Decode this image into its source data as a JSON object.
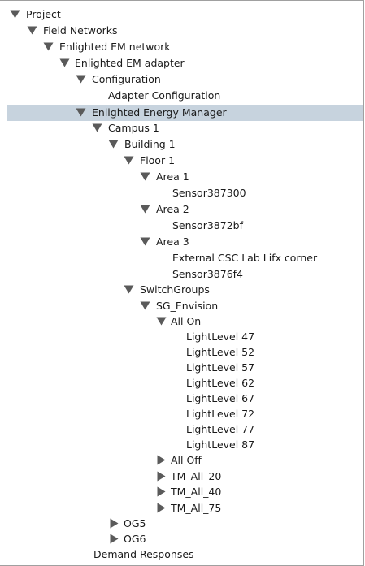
{
  "tree": {
    "nodes": [
      {
        "label": "Project",
        "state": "expanded"
      },
      {
        "label": "Field Networks",
        "state": "expanded"
      },
      {
        "label": "Enlighted EM network",
        "state": "expanded"
      },
      {
        "label": "Enlighted EM adapter",
        "state": "expanded"
      },
      {
        "label": "Configuration",
        "state": "expanded"
      },
      {
        "label": "Adapter Configuration",
        "state": "leaf"
      },
      {
        "label": "Enlighted Energy Manager",
        "state": "expanded",
        "selected": true
      },
      {
        "label": "Campus 1",
        "state": "expanded"
      },
      {
        "label": "Building 1",
        "state": "expanded"
      },
      {
        "label": "Floor 1",
        "state": "expanded"
      },
      {
        "label": "Area 1",
        "state": "expanded"
      },
      {
        "label": "Sensor387300",
        "state": "leaf"
      },
      {
        "label": "Area 2",
        "state": "expanded"
      },
      {
        "label": "Sensor3872bf",
        "state": "leaf"
      },
      {
        "label": "Area 3",
        "state": "expanded"
      },
      {
        "label": "External CSC Lab Lifx corner",
        "state": "leaf"
      },
      {
        "label": "Sensor3876f4",
        "state": "leaf"
      },
      {
        "label": "SwitchGroups",
        "state": "expanded"
      },
      {
        "label": "SG_Envision",
        "state": "expanded"
      },
      {
        "label": "All On",
        "state": "expanded"
      },
      {
        "label": "LightLevel 47",
        "state": "leaf"
      },
      {
        "label": "LightLevel 52",
        "state": "leaf"
      },
      {
        "label": "LightLevel 57",
        "state": "leaf"
      },
      {
        "label": "LightLevel 62",
        "state": "leaf"
      },
      {
        "label": "LightLevel 67",
        "state": "leaf"
      },
      {
        "label": "LightLevel 72",
        "state": "leaf"
      },
      {
        "label": "LightLevel 77",
        "state": "leaf"
      },
      {
        "label": "LightLevel 87",
        "state": "leaf"
      },
      {
        "label": "All Off",
        "state": "collapsed"
      },
      {
        "label": "TM_All_20",
        "state": "collapsed"
      },
      {
        "label": "TM_All_40",
        "state": "collapsed"
      },
      {
        "label": "TM_All_75",
        "state": "collapsed"
      },
      {
        "label": "OG5",
        "state": "collapsed"
      },
      {
        "label": "OG6",
        "state": "collapsed"
      },
      {
        "label": "Demand Responses",
        "state": "leaf"
      }
    ]
  },
  "colors": {
    "selection": "#c7d3de",
    "toggle": "#5a5a5a",
    "text": "#1a1a1a",
    "border": "#a0a0a0"
  },
  "icons": {
    "expanded": "triangle-down-icon",
    "collapsed": "triangle-right-icon"
  }
}
